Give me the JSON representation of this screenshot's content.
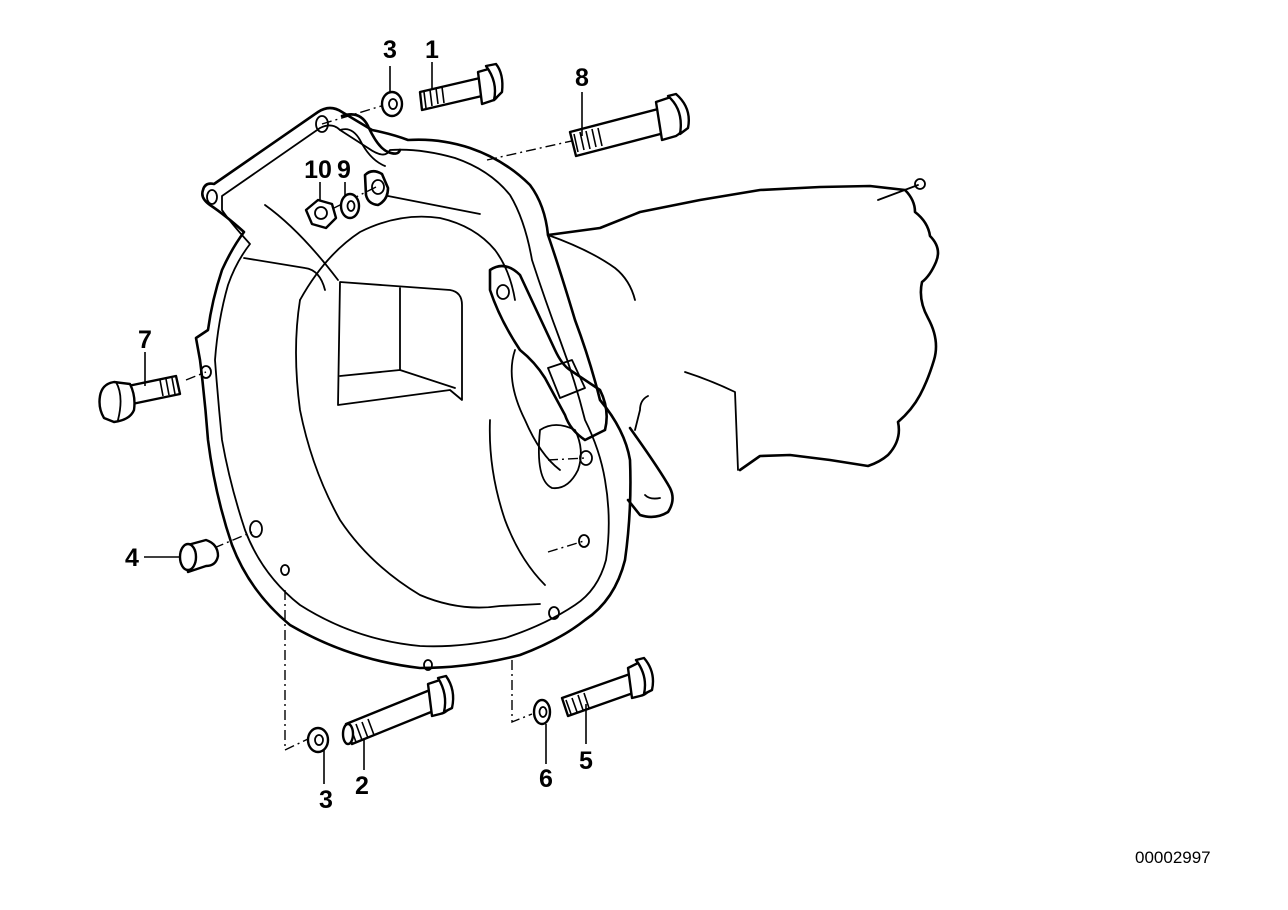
{
  "diagram": {
    "reference_number": "00002997",
    "callouts": {
      "c1": "1",
      "c2": "2",
      "c3_top": "3",
      "c3_bottom": "3",
      "c4": "4",
      "c5": "5",
      "c6": "6",
      "c7": "7",
      "c8": "8",
      "c9": "9",
      "c10": "10"
    }
  }
}
